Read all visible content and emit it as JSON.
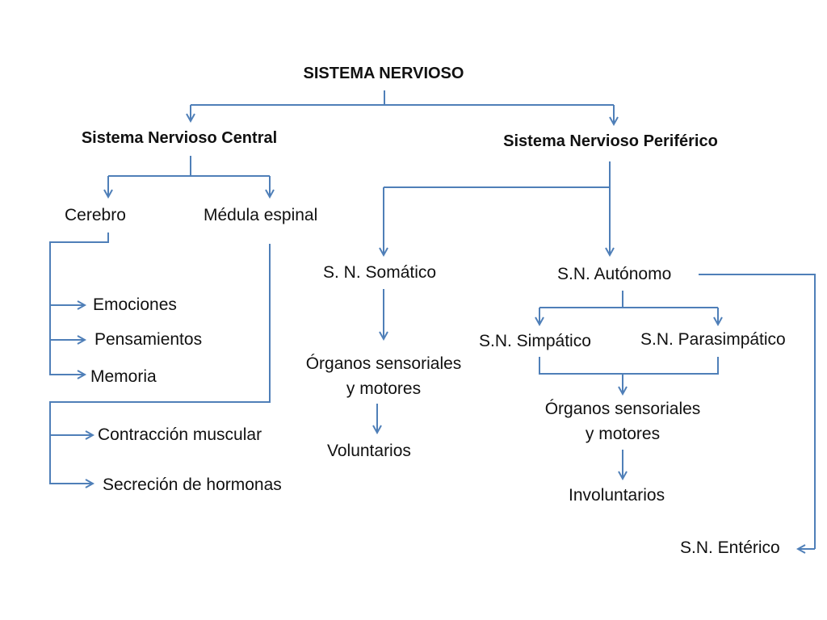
{
  "root": "SISTEMA NERVIOSO",
  "central": {
    "title": "Sistema Nervioso Central",
    "cerebro": "Cerebro",
    "medula": "Médula espinal",
    "cerebro_functions": [
      "Emociones",
      "Pensamientos",
      "Memoria"
    ],
    "medula_functions": [
      "Contracción muscular",
      "Secreción de hormonas"
    ]
  },
  "peripheral": {
    "title": "Sistema Nervioso Periférico",
    "somatic": {
      "title": "S. N. Somático",
      "organs_line1": "Órganos sensoriales",
      "organs_line2": "y motores",
      "result": "Voluntarios"
    },
    "autonomic": {
      "title": "S.N. Autónomo",
      "sympathetic": "S.N. Simpático",
      "parasympathetic": "S.N. Parasimpático",
      "organs_line1": "Órganos sensoriales",
      "organs_line2": "y motores",
      "result": "Involuntarios",
      "enteric": "S.N. Entérico"
    }
  },
  "colors": {
    "connector": "#4f7fb8",
    "text": "#111111",
    "background": "#ffffff"
  }
}
